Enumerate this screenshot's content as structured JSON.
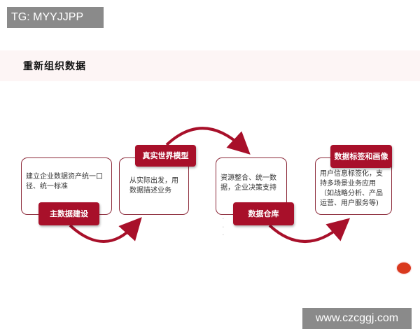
{
  "watermarks": {
    "top": "TG: MYYJJPP",
    "bottom": "www.czcggj.com"
  },
  "header": {
    "title": "重新组织数据"
  },
  "steps": [
    {
      "label": "主数据建设",
      "text": "建立企业数据资产统一口径、统一标准"
    },
    {
      "label": "真实世界模型",
      "text": "从实际出发，用数据描述业务"
    },
    {
      "label": "数据仓库",
      "text": "资源整合、统一数据，企业决策支持"
    },
    {
      "label": "数据标签和画像",
      "text": "用户信息标签化，支持多场景业务应用（如战略分析、产品运营、用户服务等)"
    }
  ],
  "colors": {
    "accent": "#a8102a",
    "border": "#8c2a3a",
    "band": "#fdf5f5"
  },
  "decoration": {
    "icon": "lantern-icon"
  }
}
